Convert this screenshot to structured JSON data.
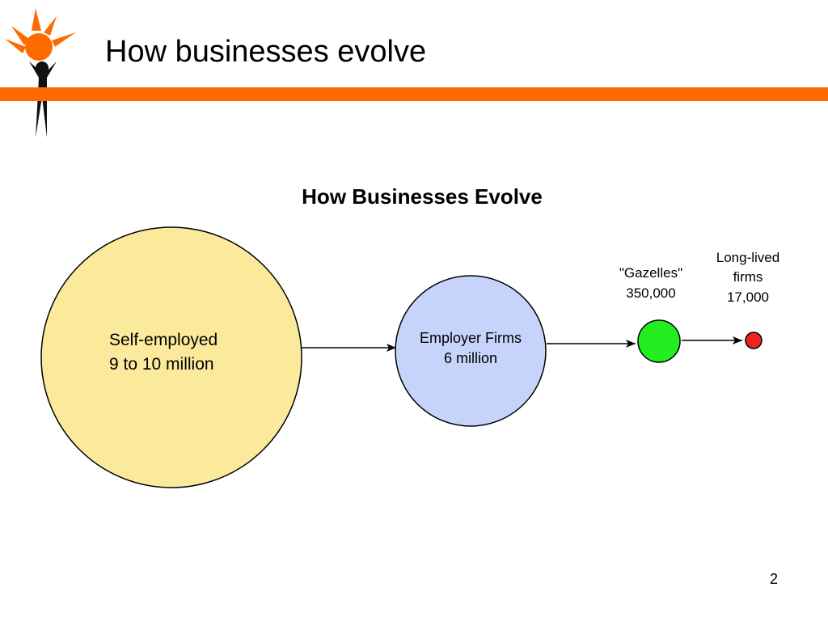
{
  "slide": {
    "title": "How businesses evolve",
    "page_number": "2"
  },
  "diagram": {
    "title": "How Businesses Evolve",
    "stages": [
      {
        "label": "Self-employed",
        "value": "9 to 10 million",
        "color": "#fbe99c"
      },
      {
        "label": "Employer Firms",
        "value": "6 million",
        "color": "#c6d4fb"
      },
      {
        "label": "\"Gazelles\"",
        "value": "350,000",
        "color": "#22ee22"
      },
      {
        "label": "Long-lived firms",
        "label_lines": [
          "Long-lived",
          "firms"
        ],
        "value": "17,000",
        "color": "#ee2222"
      }
    ]
  },
  "colors": {
    "accent": "#ff6a00",
    "logo_figure": "#111111"
  },
  "icons": {
    "logo": "sun-person-logo-icon"
  }
}
